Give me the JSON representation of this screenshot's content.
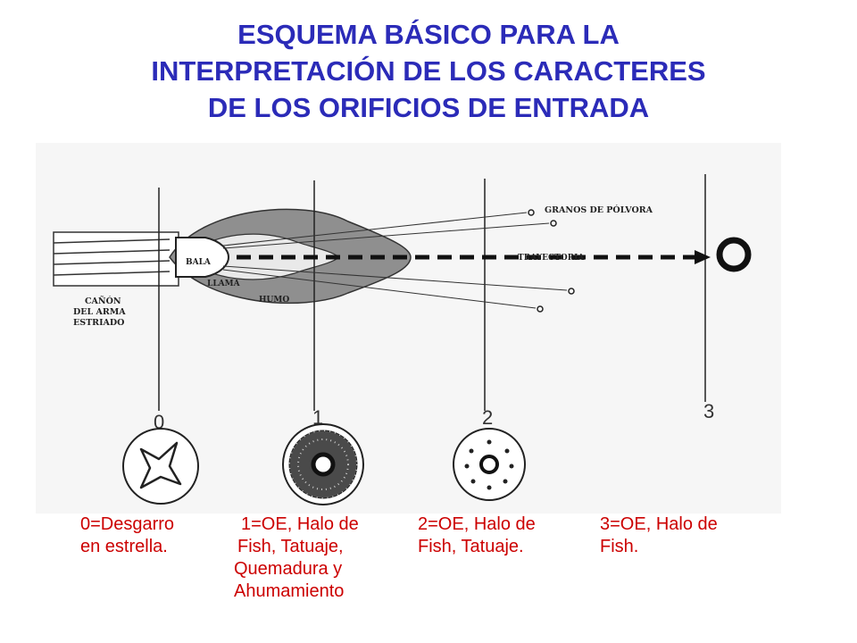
{
  "title": {
    "lines": [
      "ESQUEMA BÁSICO PARA LA",
      "INTERPRETACIÓN DE LOS CARACTERES",
      "DE LOS ORIFICIOS DE ENTRADA"
    ]
  },
  "diagram": {
    "labels": {
      "granos": "GRANOS DE PÓLVORA",
      "trayectoria": "TRAYECTORIA",
      "bala": "BALA",
      "llama": "LLAMA",
      "humo": "HUMO",
      "canon": [
        "CAÑÓN",
        "DEL ARMA",
        "ESTRIADO"
      ]
    },
    "distances": [
      "0",
      "1",
      "2",
      "3"
    ]
  },
  "captions": [
    {
      "lines": [
        "0=Desgarro",
        "en estrella."
      ]
    },
    {
      "lines": [
        "1=OE, Halo de",
        " Fish, Tatuaje,",
        "Quemadura y",
        "Ahumamiento"
      ]
    },
    {
      "lines": [
        "2=OE, Halo de",
        " Fish, Tatuaje."
      ]
    },
    {
      "lines": [
        "3=OE, Halo de",
        " Fish."
      ]
    }
  ]
}
